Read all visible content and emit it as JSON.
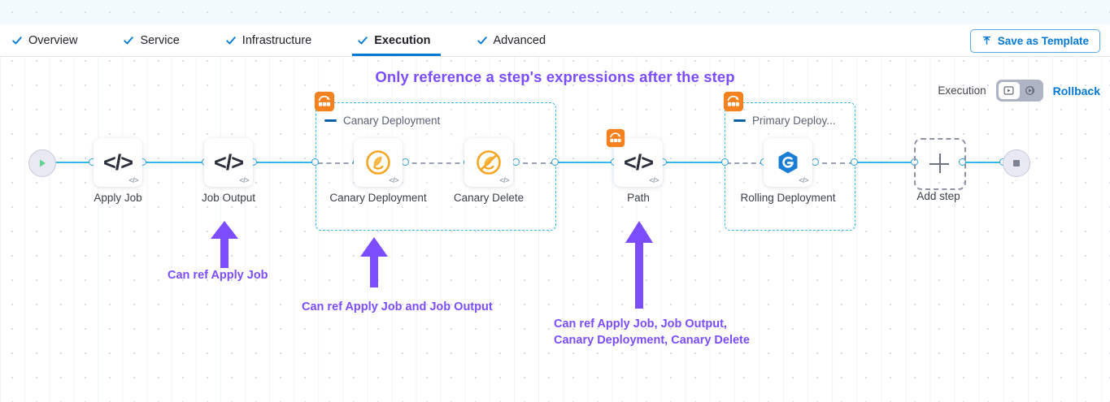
{
  "header": {
    "tabs": [
      {
        "label": "Overview",
        "active": false
      },
      {
        "label": "Service",
        "active": false
      },
      {
        "label": "Infrastructure",
        "active": false
      },
      {
        "label": "Execution",
        "active": true
      },
      {
        "label": "Advanced",
        "active": false
      }
    ],
    "save_template_label": "Save as Template",
    "save_template_icon": "upload-icon"
  },
  "headline": "Only reference a step's expressions after the step",
  "exec_bar": {
    "execution_label": "Execution",
    "rollback_label": "Rollback",
    "toggle": {
      "execution_icon": "play-box-icon",
      "rollback_icon": "rollback-circle-icon",
      "selected": "execution"
    }
  },
  "pipeline": {
    "start_node": {
      "icon": "play-icon"
    },
    "end_node": {
      "icon": "stop-icon"
    },
    "add_step": {
      "label": "Add step",
      "icon": "plus-icon"
    },
    "nodes": [
      {
        "id": "apply-job",
        "label": "Apply Job",
        "icon": "code-icon",
        "corner": "</>",
        "badge": null
      },
      {
        "id": "job-output",
        "label": "Job Output",
        "icon": "code-icon",
        "corner": "</>",
        "badge": null
      },
      {
        "id": "canary-deployment",
        "label": "Canary Deployment",
        "icon": "canary-bird-icon",
        "corner": "</>",
        "badge": null
      },
      {
        "id": "canary-delete",
        "label": "Canary Delete",
        "icon": "canary-delete-icon",
        "corner": "</>",
        "badge": null
      },
      {
        "id": "path",
        "label": "Path",
        "icon": "code-icon",
        "corner": "</>",
        "badge": "deployment-group-icon"
      },
      {
        "id": "rolling-deployment",
        "label": "Rolling Deployment",
        "icon": "rolling-deploy-icon",
        "corner": "</>",
        "badge": null
      }
    ],
    "groups": [
      {
        "id": "canary-group",
        "label": "Canary Deployment",
        "badge": "deployment-group-icon",
        "collapse_icon": "collapse-dash-icon"
      },
      {
        "id": "primary-group",
        "label": "Primary Deploy...",
        "badge": "deployment-group-icon",
        "collapse_icon": "collapse-dash-icon"
      }
    ]
  },
  "annotations": [
    {
      "id": "ann-apply-job",
      "text": "Can ref Apply Job"
    },
    {
      "id": "ann-canary",
      "text": "Can ref Apply Job and Job Output"
    },
    {
      "id": "ann-path",
      "text": "Can ref Apply Job, Job Output,\nCanary Deployment, Canary Delete"
    }
  ],
  "colors": {
    "accent_blue": "#0278d5",
    "link_blue": "#35b6ea",
    "annotation_purple": "#7c4dff",
    "badge_orange": "#f5821f",
    "canary_orange": "#f6a623"
  }
}
